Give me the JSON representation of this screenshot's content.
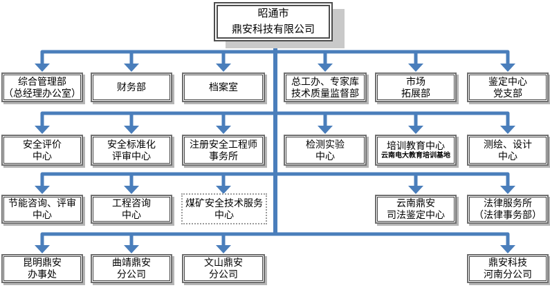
{
  "colors": {
    "connector": "#4A7EBB",
    "box_border_outer": "#6E6E6E",
    "box_border_inner": "#3F3F3F",
    "box_shadow": "#B5B5B5",
    "root_shadow": "#C9C9C9",
    "dotted_border": "#9A9A9A",
    "text": "#000000",
    "background": "#FFFFFF"
  },
  "root": {
    "line1": "昭通市",
    "line2": "鼎安科技有限公司"
  },
  "rows": [
    {
      "boxes": [
        {
          "line1": "综合管理部",
          "line2": "（总经理办公室）"
        },
        {
          "line1": "财务部"
        },
        {
          "line1": "档案室"
        },
        {
          "line1": "总工办、专家库",
          "line2": "技术质量监督部"
        },
        {
          "line1": "市场",
          "line2": "拓展部"
        },
        {
          "line1": "鉴定中心",
          "line2": "党支部"
        }
      ]
    },
    {
      "boxes": [
        {
          "line1": "安全评价",
          "line2": "中心"
        },
        {
          "line1": "安全标准化",
          "line2": "评审中心"
        },
        {
          "line1": "注册安全工程师",
          "line2": "事务所"
        },
        {
          "line1": "检测实验",
          "line2": "中心"
        },
        {
          "line1": "培训教育中心",
          "sub": "云南电大教育培训基地"
        },
        {
          "line1": "测绘、设计",
          "line2": "中心"
        }
      ]
    },
    {
      "boxes": [
        {
          "line1": "节能咨询、评审",
          "line2": "中心"
        },
        {
          "line1": "工程咨询",
          "line2": "中心"
        },
        {
          "line1": "煤矿安全技术服务",
          "line2": "中心"
        },
        {
          "line1": "云南鼎安",
          "line2": "司法鉴定中心"
        },
        {
          "line1": "法律服务所",
          "line2": "（法律事务部）"
        }
      ]
    },
    {
      "boxes": [
        {
          "line1": "昆明鼎安",
          "line2": "办事处"
        },
        {
          "line1": "曲靖鼎安",
          "line2": "分公司"
        },
        {
          "line1": "文山鼎安",
          "line2": "分公司"
        },
        {
          "line1": "鼎安科技",
          "line2": "河南分公司"
        }
      ]
    }
  ]
}
